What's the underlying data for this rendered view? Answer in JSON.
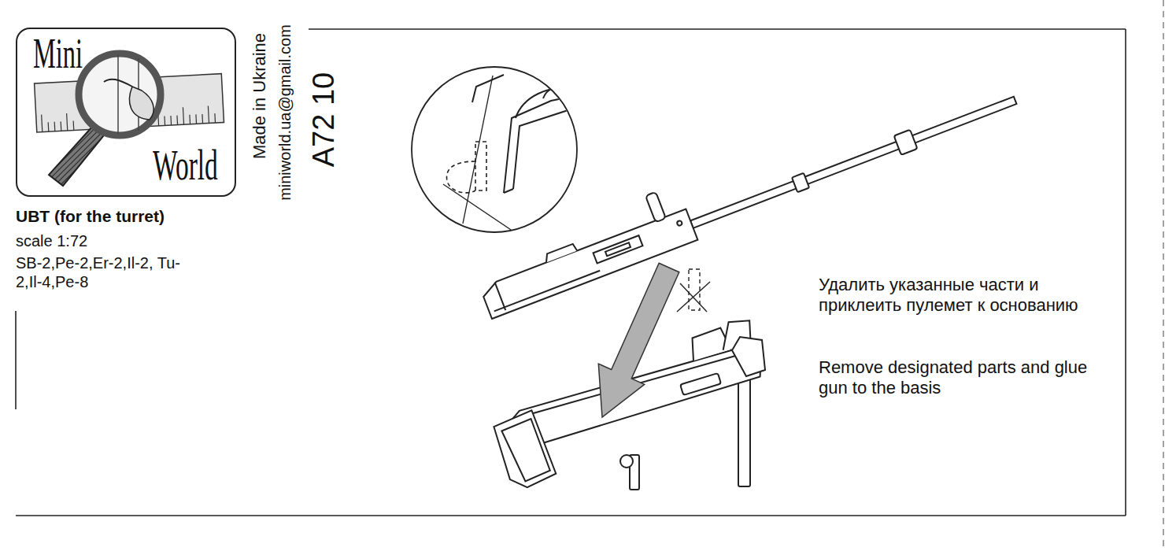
{
  "diagram": {
    "title": "UBT (for the turret)",
    "nodes": [
      {
        "text": [
          "Mini",
          "World"
        ]
      },
      {
        "text": [
          "Удалить указанные части и приклеить пулемет к основанию",
          "Remove designated parts and glue gun to the basis"
        ]
      }
    ],
    "labels": [
      "Made in Ukraine",
      "miniworld.ua@gmail.com",
      "A72 10",
      "scale 1:72",
      "SB-2,Pe-2,Er-2,Il-2, Tu-2,Il-4,Pe-8"
    ]
  }
}
